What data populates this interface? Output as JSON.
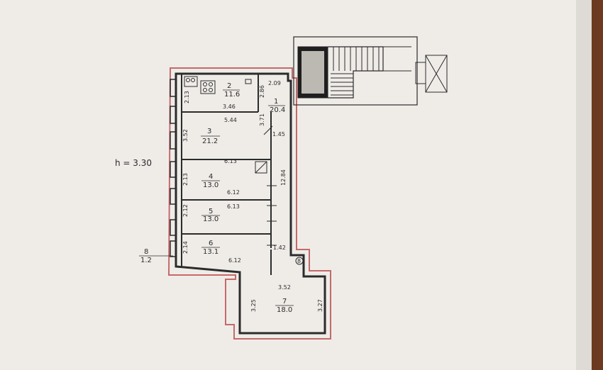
{
  "plan": {
    "ceiling_height": "h = 3.30",
    "rooms": [
      {
        "number": "1",
        "area": "20.4"
      },
      {
        "number": "2",
        "area": "11.6"
      },
      {
        "number": "3",
        "area": "21.2"
      },
      {
        "number": "4",
        "area": "13.0"
      },
      {
        "number": "5",
        "area": "13.0"
      },
      {
        "number": "6",
        "area": "13.1"
      },
      {
        "number": "7",
        "area": "18.0"
      },
      {
        "number": "8",
        "area": "1.2"
      }
    ],
    "small_room_label": "8",
    "dimensions": {
      "d_2_09": "2.09",
      "d_2_86": "2.86",
      "d_2_13_top": "2.13",
      "d_3_46": "3.46",
      "d_5_44": "5.44",
      "d_3_71": "3.71",
      "d_1_45": "1.45",
      "d_3_52_left": "3.52",
      "d_6_13_a": "6.13",
      "d_2_13_mid": "2.13",
      "d_12_84": "12.84",
      "d_6_12_a": "6.12",
      "d_6_13_b": "6.13",
      "d_2_12": "2.12",
      "d_2_14": "2.14",
      "d_1_42": "1.42",
      "d_6_12_b": "6.12",
      "d_3_52_bottom": "3.52",
      "d_3_25": "3.25",
      "d_3_27": "3.27"
    }
  },
  "colors": {
    "paper": "#efece8",
    "ink": "#2b2b2b",
    "outline": "#c46a6a",
    "wood": "#6b3a20"
  }
}
